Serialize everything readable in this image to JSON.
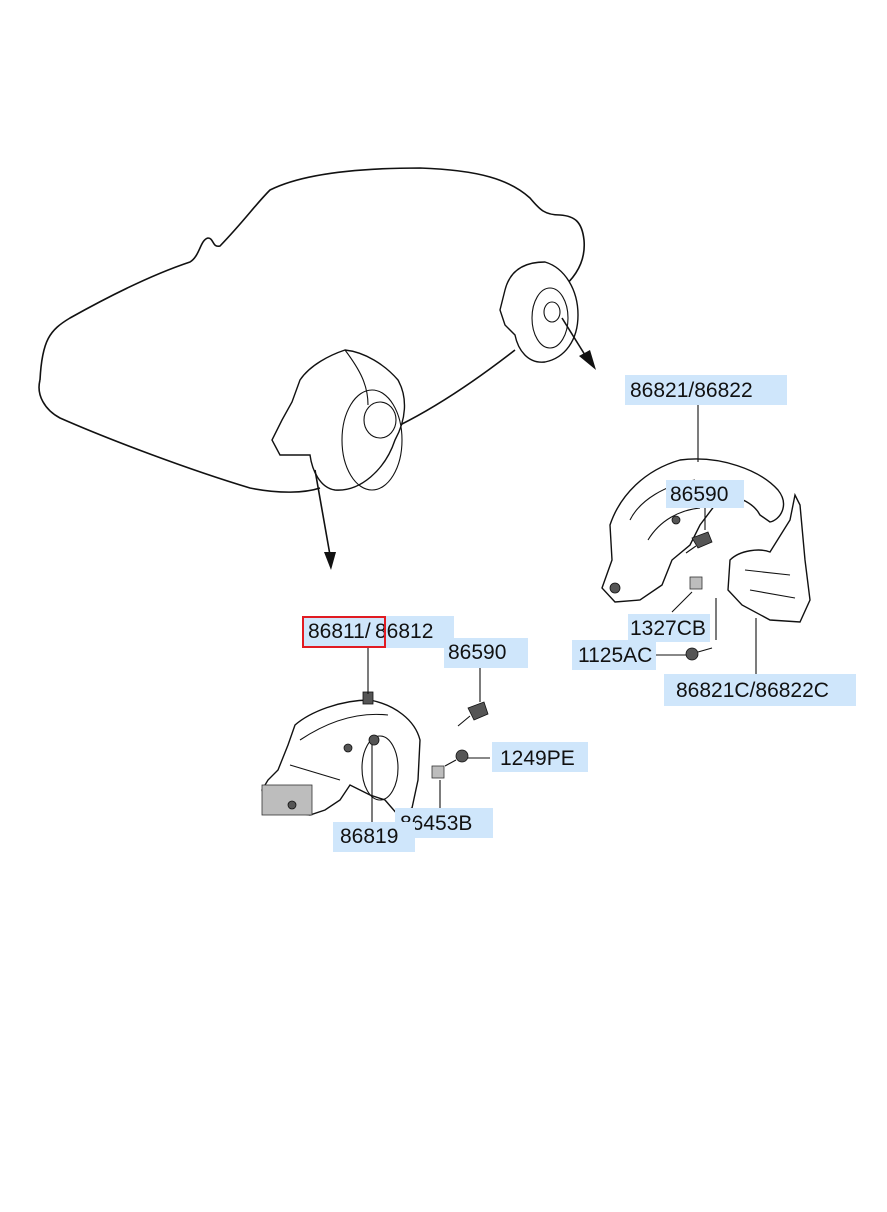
{
  "diagram": {
    "labels": {
      "rear_liner": "86821/86822",
      "rear_screw": "86590",
      "rear_clip_nut": "1327CB",
      "rear_bolt": "1125AC",
      "rear_mudguard": "86821C/86822C",
      "front_liner_left": "86811/",
      "front_liner_right": "86812",
      "front_screw": "86590",
      "front_bolt": "1249PE",
      "front_clip": "86453B",
      "front_retainer": "86819"
    },
    "highlighted_part": "86811",
    "colors": {
      "label_background": "#cfe6fb",
      "highlight_box": "#e11b22",
      "line_art": "#111111"
    }
  }
}
